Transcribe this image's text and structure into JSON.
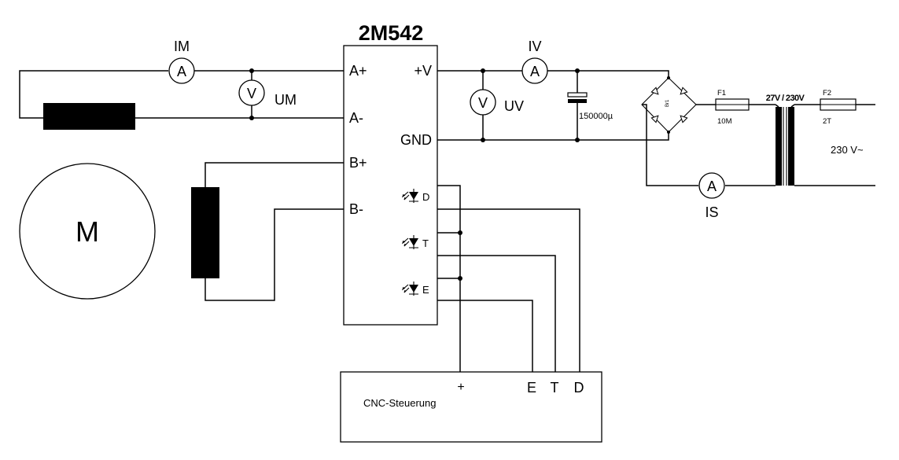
{
  "driver": {
    "name": "2M542",
    "pins": {
      "a_plus": "A+",
      "a_minus": "A-",
      "b_plus": "B+",
      "b_minus": "B-",
      "vplus": "+V",
      "gnd": "GND",
      "led_d": "D",
      "led_t": "T",
      "led_e": "E"
    }
  },
  "meters": {
    "im": {
      "label": "IM",
      "symbol": "A"
    },
    "um": {
      "label": "UM",
      "symbol": "V"
    },
    "iv": {
      "label": "IV",
      "symbol": "A"
    },
    "uv": {
      "label": "UV",
      "symbol": "V"
    },
    "is": {
      "label": "IS",
      "symbol": "A"
    }
  },
  "motor": {
    "symbol": "M"
  },
  "capacitor": {
    "value": "150000µ"
  },
  "rectifier": {
    "label": "Br1"
  },
  "fuses": {
    "f1": {
      "name": "F1",
      "rating": "10M"
    },
    "f2": {
      "name": "F2",
      "rating": "2T"
    }
  },
  "transformer": {
    "ratio": "27V / 230V"
  },
  "mains": {
    "label": "230 V~"
  },
  "controller": {
    "name": "CNC-Steuerung",
    "terminals": {
      "plus": "+",
      "e": "E",
      "t": "T",
      "d": "D"
    }
  }
}
